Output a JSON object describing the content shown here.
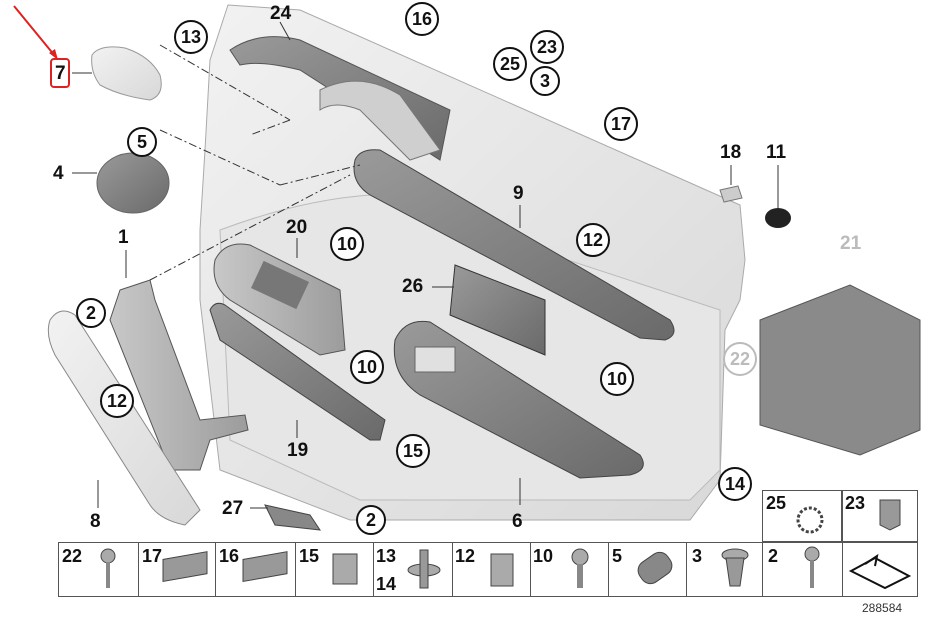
{
  "diagram": {
    "image_code": "288584",
    "accent_color": "#d22222",
    "callouts_plain": [
      "7",
      "4",
      "1",
      "8",
      "9",
      "26",
      "19",
      "6",
      "27",
      "18",
      "11",
      "21",
      "24",
      "20"
    ],
    "callouts_circled": [
      "13",
      "5",
      "2",
      "12",
      "10",
      "10",
      "10",
      "15",
      "2",
      "14",
      "16",
      "25",
      "23",
      "3",
      "17",
      "12",
      "22"
    ],
    "legend": [
      {
        "num": "22",
        "ghost": true
      },
      {
        "num": "17"
      },
      {
        "num": "16"
      },
      {
        "num": "15"
      },
      {
        "num": "13",
        "num2": "14"
      },
      {
        "num": "12"
      },
      {
        "num": "10"
      },
      {
        "num": "5"
      },
      {
        "num": "3"
      },
      {
        "num": "2"
      },
      {
        "num": "25"
      },
      {
        "num": "23"
      }
    ]
  }
}
